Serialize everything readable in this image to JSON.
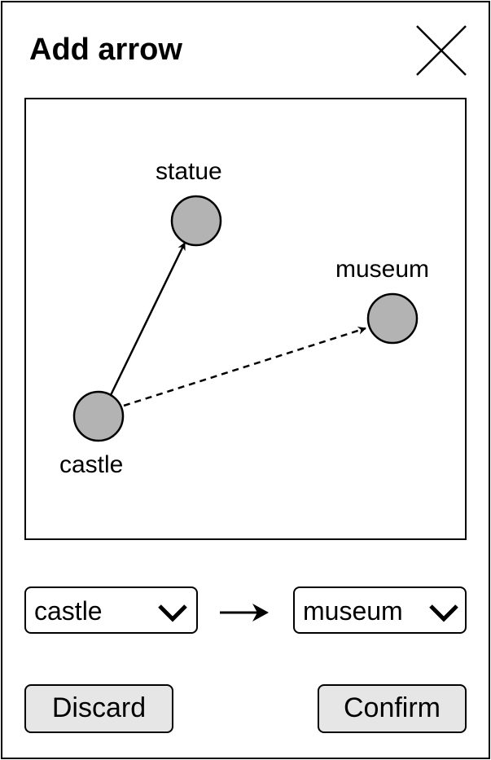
{
  "dialog": {
    "title": "Add arrow"
  },
  "graph": {
    "nodes": [
      {
        "id": "statue",
        "label": "statue"
      },
      {
        "id": "museum",
        "label": "museum"
      },
      {
        "id": "castle",
        "label": "castle"
      }
    ],
    "edges": [
      {
        "from": "castle",
        "to": "statue",
        "style": "solid"
      },
      {
        "from": "castle",
        "to": "museum",
        "style": "dashed"
      }
    ]
  },
  "controls": {
    "from_select": {
      "value": "castle"
    },
    "to_select": {
      "value": "museum"
    }
  },
  "buttons": {
    "discard_label": "Discard",
    "confirm_label": "Confirm"
  },
  "colors": {
    "node_fill": "#b3b3b3",
    "button_fill": "#e6e6e6"
  }
}
